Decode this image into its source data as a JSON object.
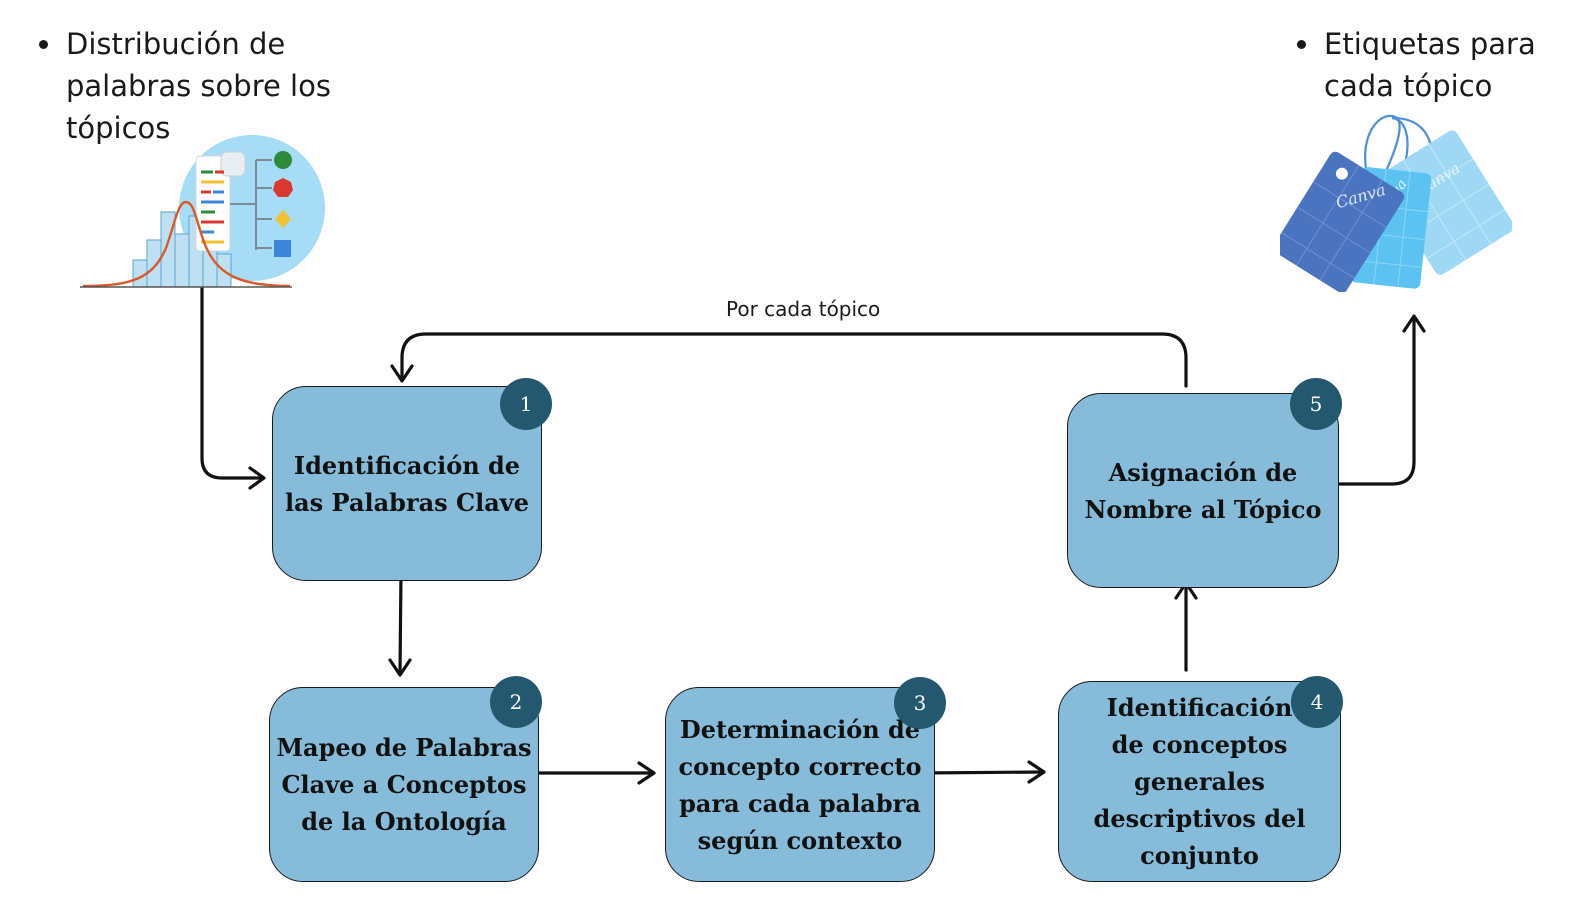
{
  "inputs": {
    "left_bullet": [
      "Distribución de",
      "palabras sobre los",
      "tópicos"
    ],
    "right_bullet": [
      "Etiquetas para",
      "cada tópico"
    ]
  },
  "loop_label": "Por cada tópico",
  "steps": [
    {
      "number": "1",
      "lines": [
        "Identificación de",
        "las Palabras Clave"
      ]
    },
    {
      "number": "2",
      "lines": [
        "Mapeo de Palabras",
        "Clave a Conceptos",
        "de la Ontología"
      ]
    },
    {
      "number": "3",
      "lines": [
        "Determinación de",
        "concepto correcto",
        "para cada palabra",
        "según contexto"
      ]
    },
    {
      "number": "4",
      "lines": [
        "Identificación",
        "de conceptos",
        "generales",
        "descriptivos del",
        "conjunto"
      ]
    },
    {
      "number": "5",
      "lines": [
        "Asignación de",
        "Nombre al Tópico"
      ]
    }
  ],
  "tag_text": [
    "Canva",
    "Canva",
    "Canva"
  ],
  "colors": {
    "step_fill": "#86bcda",
    "badge_fill": "#24586e",
    "tag_dark": "#4a74c0",
    "tag_mid": "#5cc2f2",
    "tag_light": "#9fd8f4"
  },
  "icons": {
    "left": "topic-distribution-illustration",
    "right": "price-tags-illustration"
  }
}
